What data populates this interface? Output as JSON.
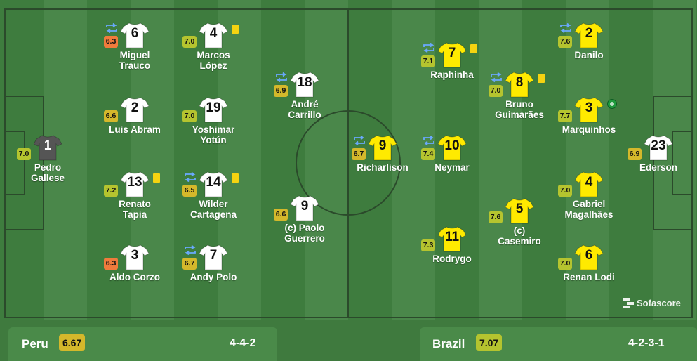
{
  "colors": {
    "rating_low": "#f07b3c",
    "rating_mid": "#d4b82b",
    "rating_good": "#b5c42f",
    "home_kit": "#ffffff",
    "gk_home_kit": "#555555",
    "away_kit": "#ffea00",
    "away_gk_kit": "#ffffff",
    "card": "#f5d311"
  },
  "players": [
    {
      "team": "home",
      "num": "1",
      "name": "Pedro\nGallese",
      "rating": "7.0",
      "sub": false,
      "card": false,
      "goal": false,
      "gk": true
    },
    {
      "team": "home",
      "num": "6",
      "name": "Miguel\nTrauco",
      "rating": "6.3",
      "sub": true,
      "card": false,
      "goal": false
    },
    {
      "team": "home",
      "num": "2",
      "name": "Luis Abram",
      "rating": "6.6",
      "sub": false,
      "card": false,
      "goal": false
    },
    {
      "team": "home",
      "num": "13",
      "name": "Renato\nTapia",
      "rating": "7.2",
      "sub": false,
      "card": true,
      "goal": false
    },
    {
      "team": "home",
      "num": "3",
      "name": "Aldo Corzo",
      "rating": "6.3",
      "sub": false,
      "card": false,
      "goal": false
    },
    {
      "team": "home",
      "num": "4",
      "name": "Marcos\nLópez",
      "rating": "7.0",
      "sub": false,
      "card": true,
      "goal": false
    },
    {
      "team": "home",
      "num": "19",
      "name": "Yoshimar\nYotún",
      "rating": "7.0",
      "sub": false,
      "card": false,
      "goal": false
    },
    {
      "team": "home",
      "num": "14",
      "name": "Wilder\nCartagena",
      "rating": "6.5",
      "sub": true,
      "card": true,
      "goal": false
    },
    {
      "team": "home",
      "num": "7",
      "name": "Andy Polo",
      "rating": "6.7",
      "sub": true,
      "card": false,
      "goal": false
    },
    {
      "team": "home",
      "num": "18",
      "name": "André\nCarrillo",
      "rating": "6.9",
      "sub": true,
      "card": false,
      "goal": false
    },
    {
      "team": "home",
      "num": "9",
      "name": "(c) Paolo\nGuerrero",
      "rating": "6.6",
      "sub": false,
      "card": false,
      "goal": false
    },
    {
      "team": "away",
      "num": "9",
      "name": "Richarlison",
      "rating": "6.7",
      "sub": true,
      "card": false,
      "goal": false
    },
    {
      "team": "away",
      "num": "7",
      "name": "Raphinha",
      "rating": "7.1",
      "sub": true,
      "card": true,
      "goal": false
    },
    {
      "team": "away",
      "num": "10",
      "name": "Neymar",
      "rating": "7.4",
      "sub": true,
      "card": false,
      "goal": false
    },
    {
      "team": "away",
      "num": "11",
      "name": "Rodrygo",
      "rating": "7.3",
      "sub": false,
      "card": false,
      "goal": false
    },
    {
      "team": "away",
      "num": "8",
      "name": "Bruno\nGuimarães",
      "rating": "7.0",
      "sub": true,
      "card": true,
      "goal": false
    },
    {
      "team": "away",
      "num": "5",
      "name": "(c)\nCasemiro",
      "rating": "7.6",
      "sub": false,
      "card": false,
      "goal": false
    },
    {
      "team": "away",
      "num": "2",
      "name": "Danilo",
      "rating": "7.6",
      "sub": true,
      "card": false,
      "goal": false
    },
    {
      "team": "away",
      "num": "3",
      "name": "Marquinhos",
      "rating": "7.7",
      "sub": false,
      "card": false,
      "goal": true
    },
    {
      "team": "away",
      "num": "4",
      "name": "Gabriel\nMagalhães",
      "rating": "7.0",
      "sub": false,
      "card": false,
      "goal": false
    },
    {
      "team": "away",
      "num": "6",
      "name": "Renan Lodi",
      "rating": "7.0",
      "sub": false,
      "card": false,
      "goal": false
    },
    {
      "team": "away",
      "num": "23",
      "name": "Ederson",
      "rating": "6.9",
      "sub": false,
      "card": false,
      "goal": false,
      "gk": true
    }
  ],
  "home": {
    "name": "Peru",
    "rating": "6.67",
    "formation": "4-4-2"
  },
  "away": {
    "name": "Brazil",
    "rating": "7.07",
    "formation": "4-2-3-1"
  },
  "brand": "Sofascore"
}
